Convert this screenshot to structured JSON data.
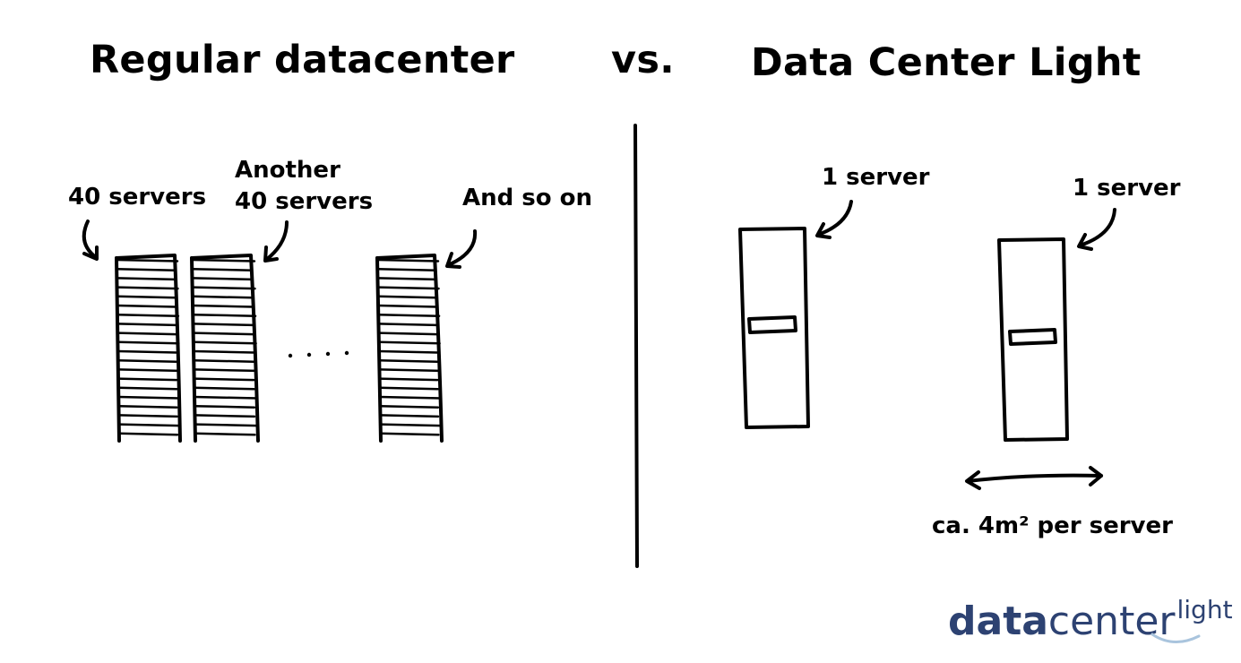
{
  "titles": {
    "left": "Regular datacenter",
    "vs": "vs.",
    "right": "Data Center Light"
  },
  "left_labels": {
    "rack1": "40 servers",
    "rack2_line1": "Another",
    "rack2_line2": "40 servers",
    "rack3": "And so on"
  },
  "right_labels": {
    "server1": "1 server",
    "server2": "1 server",
    "spacing": "ca. 4m² per server"
  },
  "logo": {
    "part1": "data",
    "part2": "center",
    "part3": "light",
    "color": "#2d4272",
    "swoosh_color": "#a9c4dd"
  }
}
